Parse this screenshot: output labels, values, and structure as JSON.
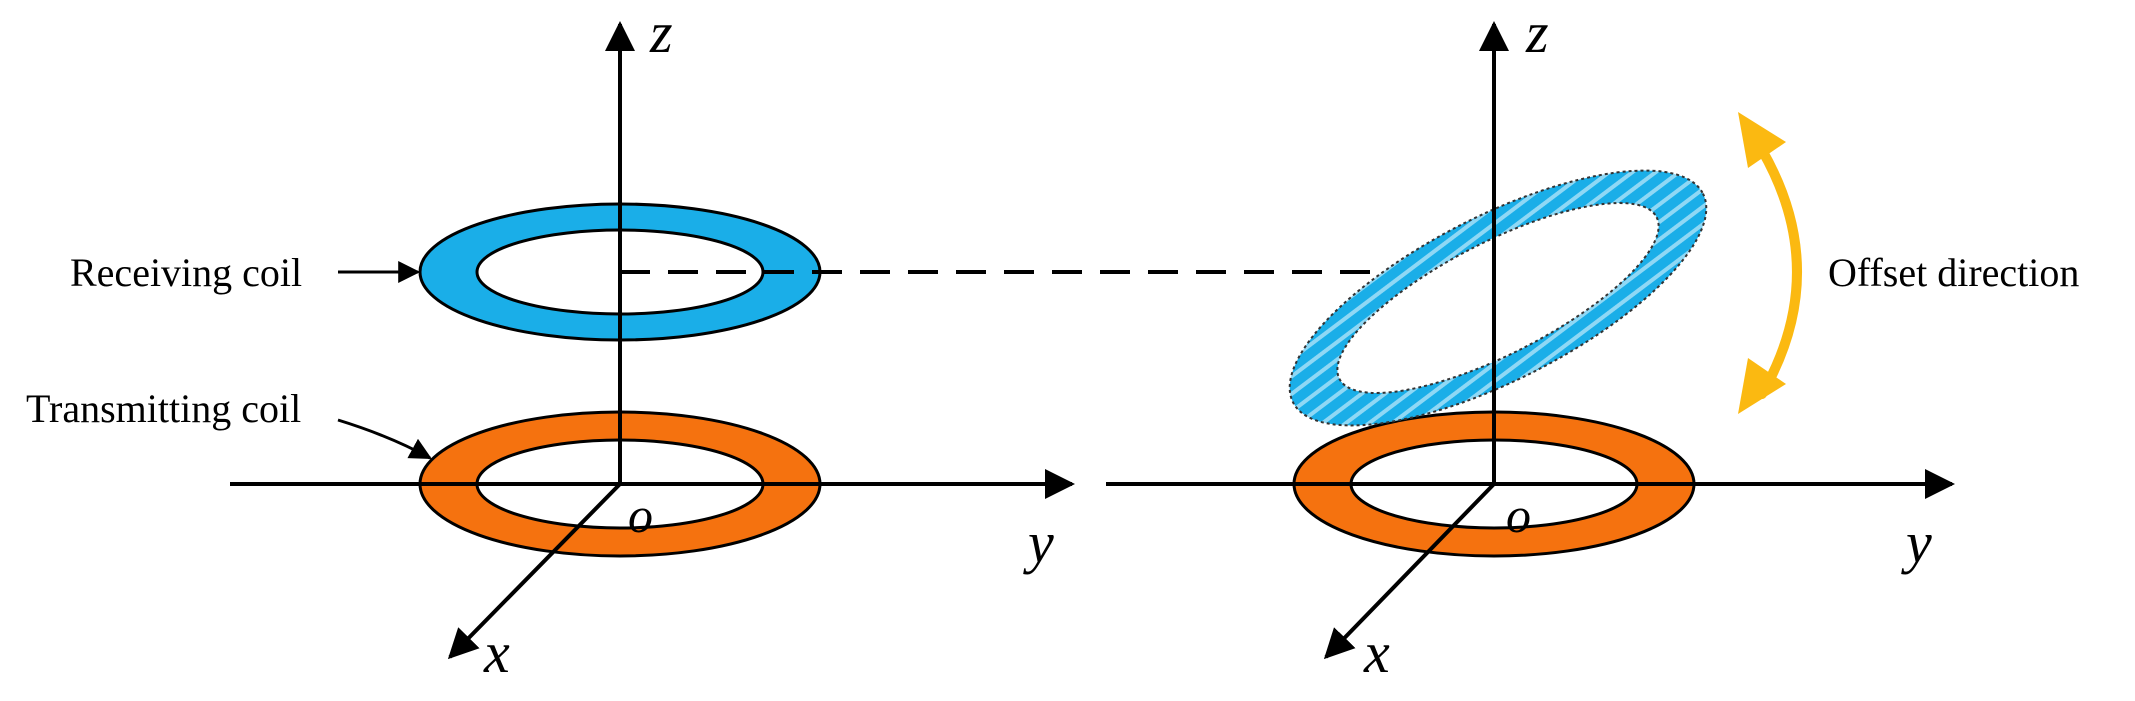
{
  "labels": {
    "receiving_coil": "Receiving coil",
    "transmitting_coil": "Transmitting coil",
    "offset_direction": "Offset direction"
  },
  "left_axes": {
    "z": "z",
    "y": "y",
    "x": "x",
    "origin": "o"
  },
  "right_axes": {
    "z": "z",
    "y": "y",
    "x": "x",
    "origin": "o"
  },
  "colors": {
    "receiving_coil": "#1aaee8",
    "transmitting_coil": "#f5720f",
    "offset_arrow": "#fbb911",
    "line": "#000000"
  }
}
